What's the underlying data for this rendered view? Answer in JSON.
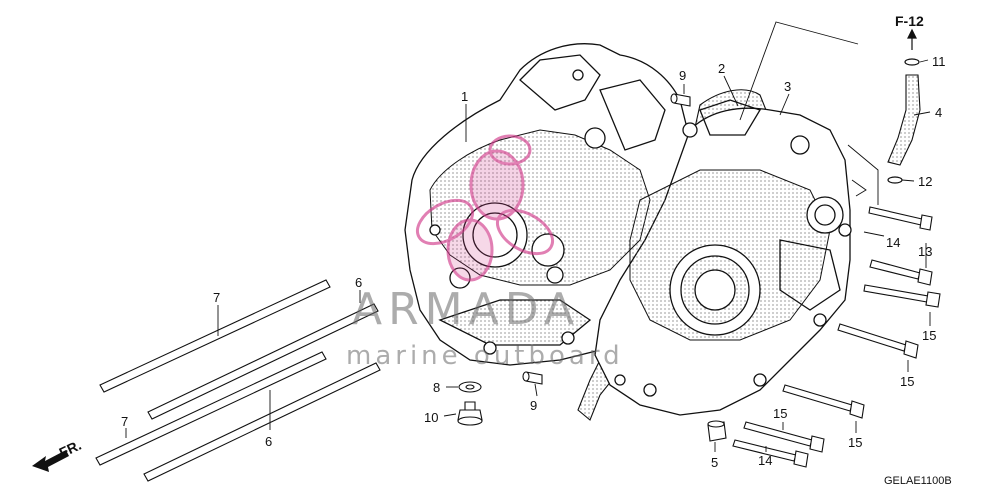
{
  "diagram": {
    "callouts": [
      "1",
      "2",
      "3",
      "4",
      "5",
      "6",
      "7",
      "8",
      "9",
      "10",
      "11",
      "12",
      "13",
      "14",
      "15"
    ],
    "ref_label": "F-12",
    "direction_label": "FR.",
    "drawing_code": "GELAE1100B"
  },
  "watermark": {
    "brand": "ARMADA",
    "tagline": "marine outboard"
  },
  "colors": {
    "line": "#111111",
    "watermark_pink": "#d23c8c"
  }
}
